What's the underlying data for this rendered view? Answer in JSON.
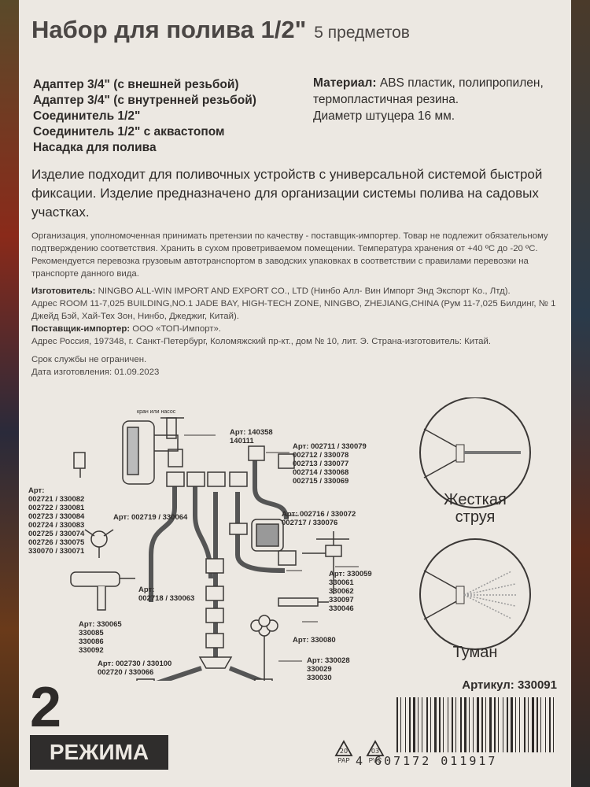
{
  "title": {
    "main": "Набор для полива 1/2\"",
    "count": "5 предметов"
  },
  "items": [
    "Адаптер 3/4\" (с внешней резьбой)",
    "Адаптер 3/4\" (с внутренней резьбой)",
    "Соединитель 1/2\"",
    "Соединитель 1/2\" с аквастопом",
    "Насадка для полива"
  ],
  "material": {
    "label": "Материал:",
    "text": "ABS пластик, полипропилен, термопластичная резина.",
    "diameter": "Диаметр штуцера 16 мм."
  },
  "description": "Изделие подходит для поливочных устройств с универсальной системой быстрой фиксации. Изделие предназначено для организации системы полива на садовых участках.",
  "organization": "Организация, уполномоченная принимать претензии по качеству - поставщик-импортер. Товар не подлежит обязательному подтверждению соответствия. Хранить в сухом проветриваемом помещении. Температура хранения от +40 ºС до -20 ºС. Рекомендуется перевозка грузовым автотранспортом в заводских упаковках в соответствии с правилами перевозки на транспорте данного вида.",
  "manufacturer": {
    "label": "Изготовитель:",
    "name": "NINGBO ALL-WIN IMPORT AND EXPORT CO., LTD (Нинбо Алл- Вин Импорт Энд Экспорт Ко., Лтд).",
    "address": "Адрес ROOM 11-7,025 BUILDING,NO.1 JADE BAY, HIGH-TECH ZONE, NINGBO, ZHEJIANG,CHINA (Рум 11-7,025 Билдинг, № 1 Джейд Бэй, Хай-Тех Зон, Нинбо, Джеджиг, Китай).",
    "importer_label": "Поставщик-импортер:",
    "importer": "ООО «ТОП-Импорт».",
    "importer_address": "Адрес Россия, 197348, г. Санкт-Петербург, Коломяжский пр-кт., дом № 10, лит. Э. Страна-изготовитель: Китай."
  },
  "service_life": "Срок службы не ограничен.",
  "manufacture_date": "Дата изготовления: 01.09.2023",
  "diagram_labels": {
    "tap": "кран или насос",
    "art_tap": "Арт: 140358\n140111",
    "art_top_right": "Арт: 002711 / 330079\n002712 / 330078\n002713 / 330077\n002714 / 330068\n002715 / 330069",
    "art_left": "Арт:\n002721 / 330082\n002722 / 330081\n002723 / 330084\n002724 / 330083\n002725 / 330074\n002726 / 330075\n330070 / 330071",
    "art_splitter": "Арт: 002719 / 330064",
    "art_reel": "Арт: 002716 / 330072\n002717 / 330076",
    "art_connector": "Арт:\n002718 / 330063",
    "art_sprinkler": "Арт: 330059\n330061\n330062\n330097\n330046",
    "art_gun": "Арт: 330065\n330085\n330086\n330092",
    "art_nozzle": "Арт: 330080",
    "art_y": "Арт: 002730 / 330100\n002720 / 330066",
    "art_flower": "Арт: 330028\n330029\n330030"
  },
  "modes": [
    "Жесткая\nструя",
    "Туман"
  ],
  "article": "Артикул: 330091",
  "modes_count": "2",
  "modes_word": "РЕЖИМА",
  "recycle": [
    "PAP",
    "PVC"
  ],
  "barcode": "4 607172 011917"
}
